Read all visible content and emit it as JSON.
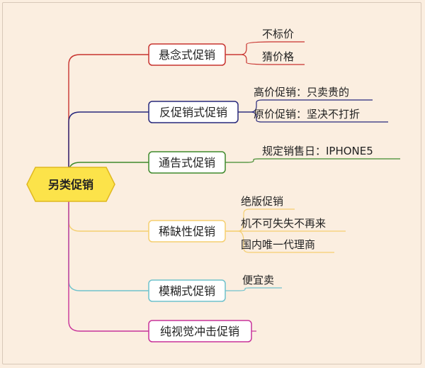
{
  "root": {
    "label": "另类促销"
  },
  "colors": {
    "background": "#fbeee0",
    "root_fill": "#fce34a",
    "root_stroke": "#e0b820",
    "branch_fill": "#ffffff"
  },
  "branches": [
    {
      "label": "悬念式促销",
      "color": "#c8332f",
      "leaves": [
        "不标价",
        "猜价格"
      ]
    },
    {
      "label": "反促销式促销",
      "color": "#27287c",
      "leaves": [
        "高价促销：只卖贵的",
        "原价促销：坚决不打折"
      ]
    },
    {
      "label": "通告式促销",
      "color": "#3f8a2c",
      "leaves": [
        "规定销售日：IPHONE5"
      ]
    },
    {
      "label": "稀缺性促销",
      "color": "#f5cf71",
      "leaves": [
        "绝版促销",
        "机不可失失不再来",
        "国内唯一代理商"
      ]
    },
    {
      "label": "模糊式促销",
      "color": "#6fc2cc",
      "leaves": [
        "便宜卖"
      ]
    },
    {
      "label": "纯视觉冲击促销",
      "color": "#c8339a",
      "leaves": []
    }
  ]
}
